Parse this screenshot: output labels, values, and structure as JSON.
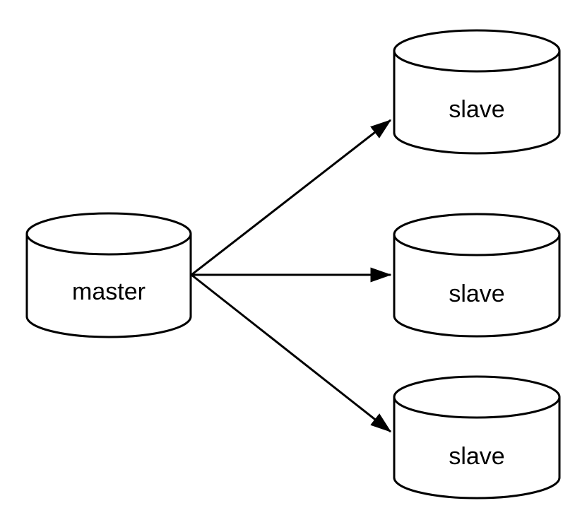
{
  "diagram": {
    "type": "database-replication-topology",
    "background": "#ffffff",
    "stroke_color": "#000000",
    "fill_color": "#ffffff",
    "nodes": [
      {
        "id": "master",
        "label": "master",
        "shape": "cylinder",
        "role": "source"
      },
      {
        "id": "slave-1",
        "label": "slave",
        "shape": "cylinder",
        "role": "replica"
      },
      {
        "id": "slave-2",
        "label": "slave",
        "shape": "cylinder",
        "role": "replica"
      },
      {
        "id": "slave-3",
        "label": "slave",
        "shape": "cylinder",
        "role": "replica"
      }
    ],
    "edges": [
      {
        "from": "master",
        "to": "slave-1",
        "type": "arrow"
      },
      {
        "from": "master",
        "to": "slave-2",
        "type": "arrow"
      },
      {
        "from": "master",
        "to": "slave-3",
        "type": "arrow"
      }
    ]
  }
}
